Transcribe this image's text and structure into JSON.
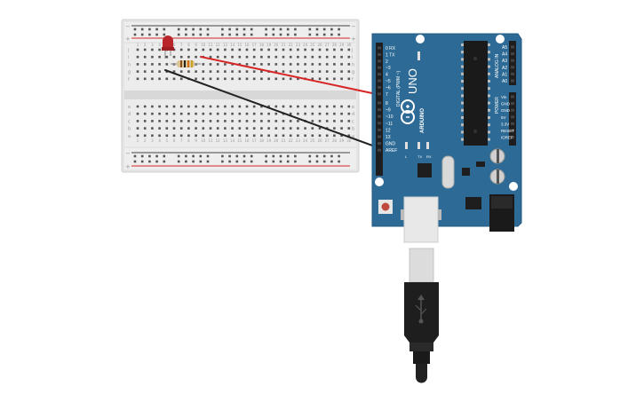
{
  "breadboard": {
    "column_labels": [
      "1",
      "2",
      "3",
      "4",
      "5",
      "6",
      "7",
      "8",
      "9",
      "10",
      "11",
      "12",
      "13",
      "14",
      "15",
      "16",
      "17",
      "18",
      "19",
      "20",
      "21",
      "22",
      "23",
      "24",
      "25",
      "26",
      "27",
      "28",
      "29",
      "30"
    ],
    "top_row_labels": [
      "j",
      "i",
      "h",
      "g",
      "f"
    ],
    "bottom_row_labels": [
      "e",
      "d",
      "c",
      "b",
      "a"
    ],
    "rail_plus": "+",
    "rail_minus": "−"
  },
  "arduino": {
    "model": "UNO",
    "brand": "ARDUINO",
    "digital_header": "DIGITAL (PWM ~)",
    "analog_header": "ANALOG IN",
    "power_header": "POWER",
    "aref": "AREF",
    "gnd": "GND",
    "pin_labels_top": [
      "0 RX",
      "1 TX",
      "2",
      "~3",
      "4",
      "~5",
      "~6",
      "7"
    ],
    "pin_labels_bottom": [
      "8",
      "~9",
      "~10",
      "~11",
      "12",
      "13",
      "GND",
      "AREF"
    ],
    "analog_pins": [
      "A0",
      "A1",
      "A2",
      "A3",
      "A4",
      "A5"
    ],
    "power_pins": [
      "IOREF",
      "RESET",
      "3.3V",
      "5V",
      "GND",
      "GND",
      "Vin"
    ],
    "led_labels": [
      "L",
      "TX",
      "RX"
    ]
  },
  "colors": {
    "board_blue": "#2d6b96",
    "wire_red": "#d62626",
    "wire_black": "#222222",
    "led_red": "#b8262b",
    "breadboard": "#e6e6e6"
  }
}
